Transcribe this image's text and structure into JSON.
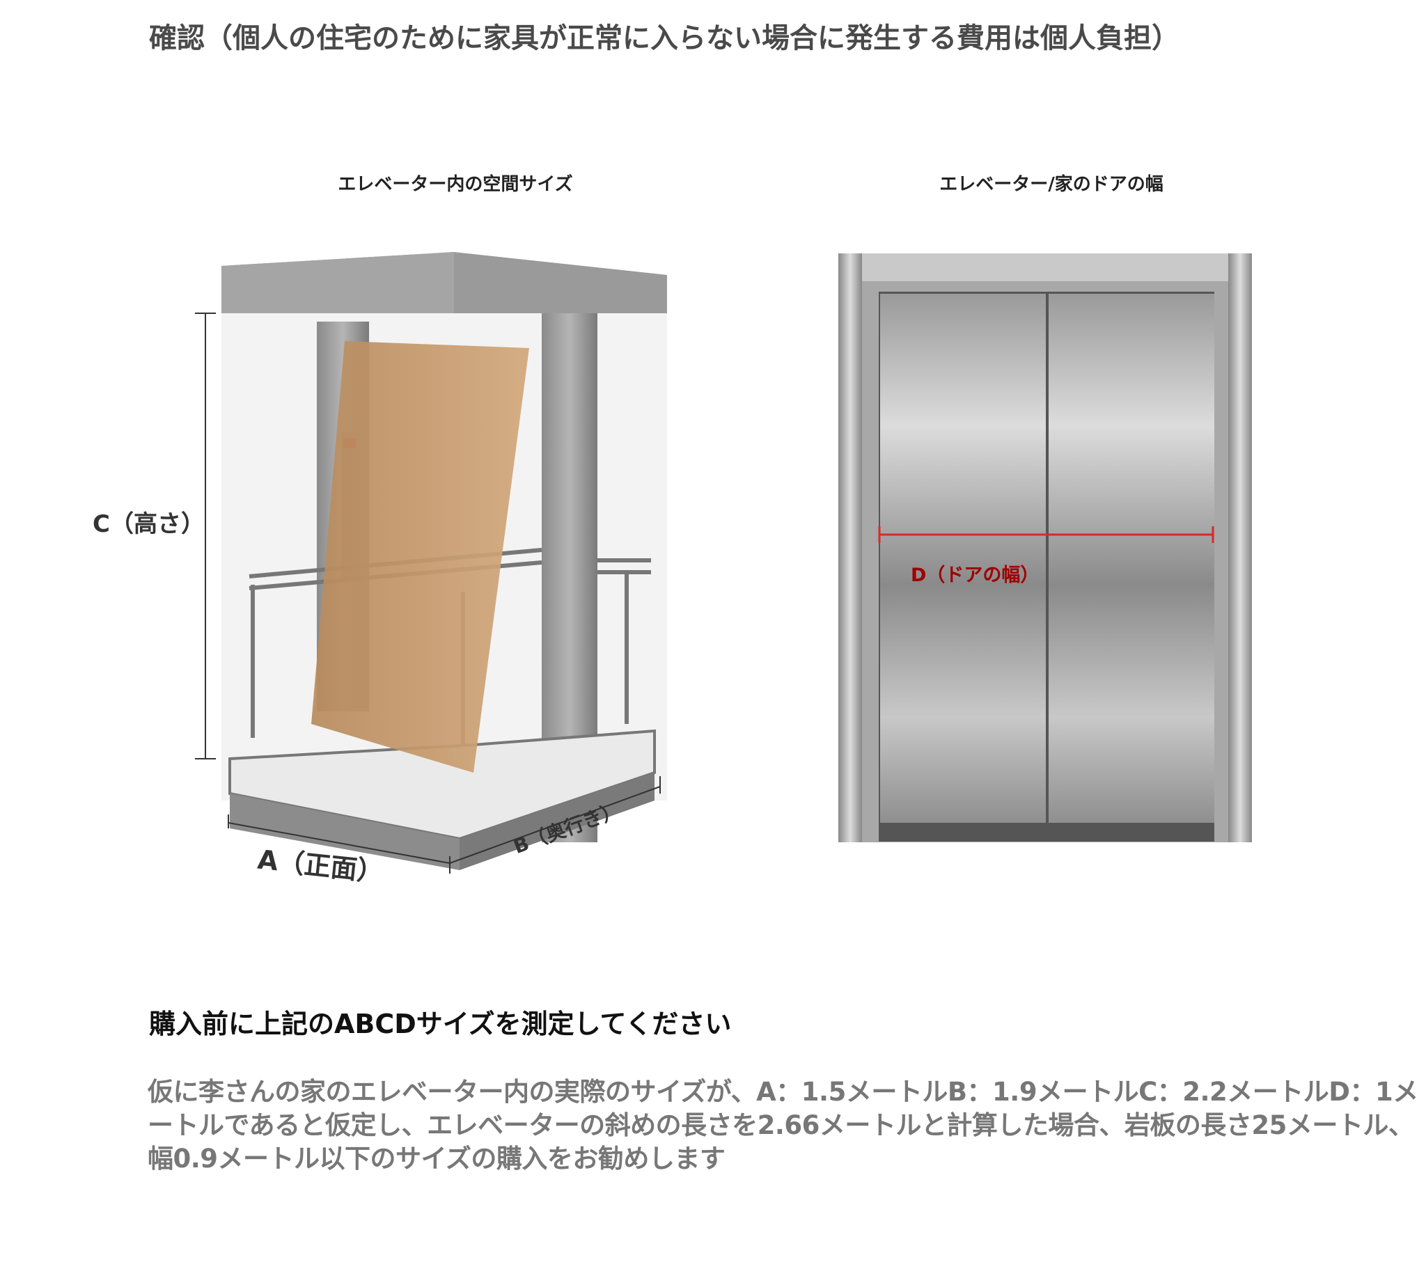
{
  "title": "確認（個人の住宅のために家具が正常に入らない場合に発生する費用は個人負担）",
  "diagram_left": {
    "heading": "エレベーター内の空間サイズ",
    "label_a": "A（正面）",
    "label_b": "B（奥行き）",
    "label_c": "C（高さ）"
  },
  "diagram_right": {
    "heading": "エレベーター/家のドアの幅",
    "label_d": "D（ドアの幅）"
  },
  "instruction_heading": "購入前に上記のABCDサイズを測定してください",
  "example_text": "仮に李さんの家のエレベーター内の実際のサイズが、A：1.5メートルB：1.9メートルC：2.2メートルD：1メートルであると仮定し、エレベーターの斜めの長さを2.66メートルと計算した場合、岩板の長さ25メートル、幅0.9メートル以下のサイズの購入をお勧めします",
  "colors": {
    "measure_line": "#d62a2a",
    "label_d": "#a00000",
    "board": "#c49a6c"
  }
}
